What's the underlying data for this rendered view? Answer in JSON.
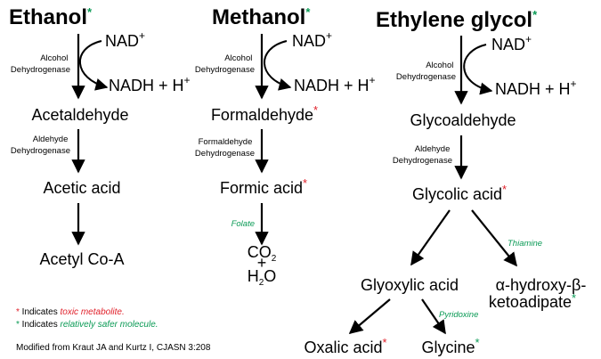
{
  "colors": {
    "toxic": "#e0202a",
    "safer": "#0a9a55",
    "ink": "#000000"
  },
  "marks": {
    "toxic": "*",
    "safer": "*"
  },
  "ethanol": {
    "title": "Ethanol",
    "enzyme1": [
      "Alcohol",
      "Dehydrogenase"
    ],
    "nad": "NAD",
    "nad_sup": "+",
    "nadh": "NADH + H",
    "nadh_sup": "+",
    "step1": "Acetaldehyde",
    "enzyme2": [
      "Aldehyde",
      "Dehydrogenase"
    ],
    "step2": "Acetic acid",
    "step3": "Acetyl Co-A"
  },
  "methanol": {
    "title": "Methanol",
    "enzyme1": [
      "Alcohol",
      "Dehydrogenase"
    ],
    "nad": "NAD",
    "nad_sup": "+",
    "nadh": "NADH + H",
    "nadh_sup": "+",
    "step1": "Formaldehyde",
    "enzyme2": [
      "Formaldehyde",
      "Dehydrogenase"
    ],
    "step2": "Formic acid",
    "cofactor": "Folate",
    "product_co": "CO",
    "product_co_sub": "2",
    "product_plus": "+",
    "product_h": "H",
    "product_h_sub": "2",
    "product_o": "O"
  },
  "ethylene": {
    "title": "Ethylene glycol",
    "enzyme1": [
      "Alcohol",
      "Dehydrogenase"
    ],
    "nad": "NAD",
    "nad_sup": "+",
    "nadh": "NADH + H",
    "nadh_sup": "+",
    "step1": "Glycoaldehyde",
    "enzyme2": [
      "Aldehyde",
      "Dehydrogenase"
    ],
    "step2": "Glycolic acid",
    "cofactor_thiamine": "Thiamine",
    "branch_left": "Glyoxylic acid",
    "branch_right": [
      "α-hydroxy-β-",
      "ketoadipate"
    ],
    "cofactor_pyridoxine": "Pyridoxine",
    "leaf_left": "Oxalic acid",
    "leaf_right": "Glycine"
  },
  "legend": {
    "toxic_prefix": " Indicates ",
    "toxic_em": "toxic metabolite.",
    "safer_prefix": " Indicates ",
    "safer_em": "relatively safer molecule."
  },
  "citation": "Modified from Kraut JA and Kurtz I, CJASN 3:208"
}
